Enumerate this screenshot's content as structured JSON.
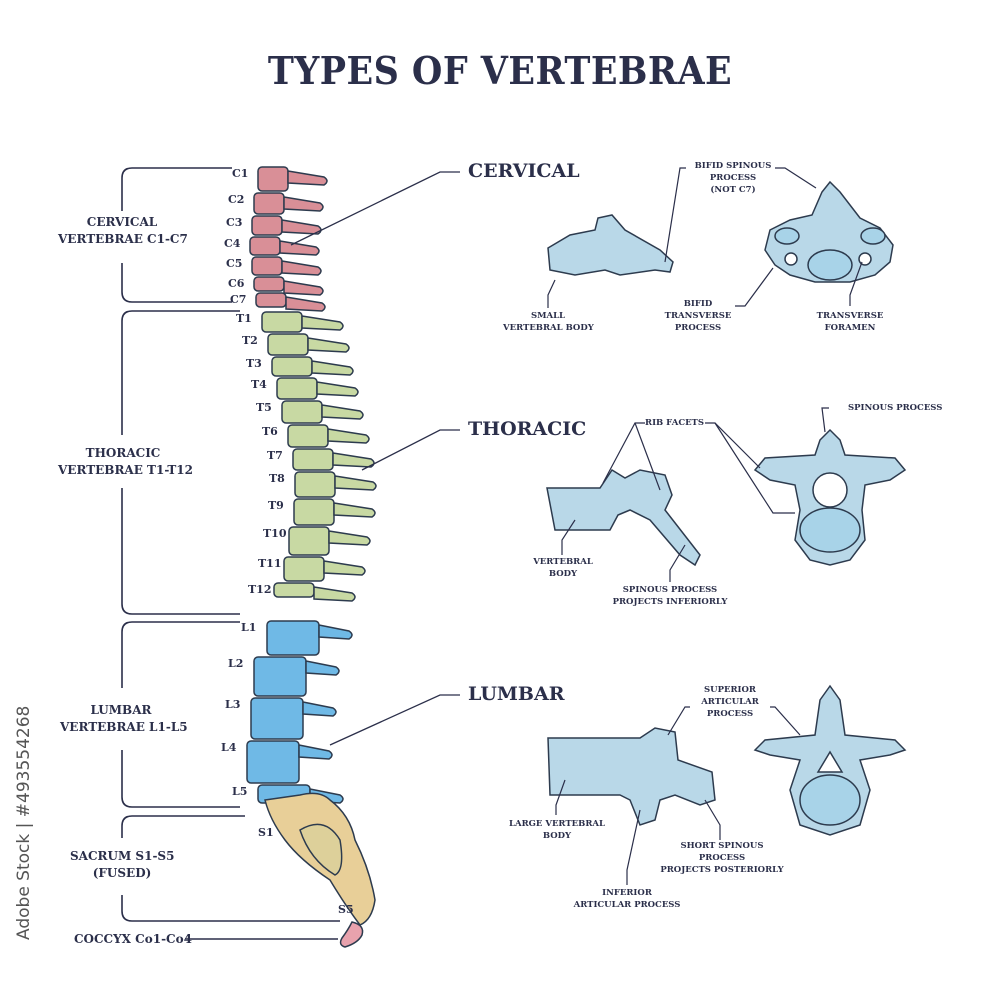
{
  "title": "TYPES OF VERTEBRAE",
  "colors": {
    "text": "#2b2f4a",
    "cervical": "#d98f97",
    "thoracic": "#c8d9a3",
    "lumbar": "#6fb9e6",
    "sacrum": "#e8cf98",
    "coccyx": "#e8a2ad",
    "bone": "#b9d8e8",
    "outline": "#2d3b4e"
  },
  "groups": [
    {
      "id": "cervical",
      "line1": "CERVICAL",
      "line2": "VERTEBRAE C1-C7"
    },
    {
      "id": "thoracic",
      "line1": "THORACIC",
      "line2": "VERTEBRAE T1-T12"
    },
    {
      "id": "lumbar",
      "line1": "LUMBAR",
      "line2": "VERTEBRAE L1-L5"
    },
    {
      "id": "sacrum",
      "line1": "SACRUM S1-S5",
      "line2": "(FUSED)"
    },
    {
      "id": "coccyx",
      "line1": "COCCYX Co1-Co4",
      "line2": ""
    }
  ],
  "vertebra_labels": {
    "cervical": [
      "C1",
      "C2",
      "C3",
      "C4",
      "C5",
      "C6",
      "C7"
    ],
    "thoracic": [
      "T1",
      "T2",
      "T3",
      "T4",
      "T5",
      "T6",
      "T7",
      "T8",
      "T9",
      "T10",
      "T11",
      "T12"
    ],
    "lumbar": [
      "L1",
      "L2",
      "L3",
      "L4",
      "L5"
    ],
    "sacrum": [
      "S1",
      "S5"
    ]
  },
  "sections": {
    "cervical": {
      "name": "CERVICAL",
      "annotations": {
        "bifid_spinous": [
          "BIFID SPINOUS",
          "PROCESS",
          "(NOT C7)"
        ],
        "small_body": [
          "SMALL",
          "VERTEBRAL BODY"
        ],
        "bifid_transverse": [
          "BIFID",
          "TRANSVERSE",
          "PROCESS"
        ],
        "transverse_foramen": [
          "TRANSVERSE",
          "FORAMEN"
        ]
      }
    },
    "thoracic": {
      "name": "THORACIC",
      "annotations": {
        "rib_facets": [
          "RIB FACETS"
        ],
        "spinous_process": [
          "SPINOUS PROCESS"
        ],
        "vertebral_body": [
          "VERTEBRAL",
          "BODY"
        ],
        "spinous_inferior": [
          "SPINOUS PROCESS",
          "PROJECTS INFERIORLY"
        ]
      }
    },
    "lumbar": {
      "name": "LUMBAR",
      "annotations": {
        "superior_articular": [
          "SUPERIOR",
          "ARTICULAR",
          "PROCESS"
        ],
        "large_body": [
          "LARGE VERTEBRAL",
          "BODY"
        ],
        "short_spinous": [
          "SHORT SPINOUS",
          "PROCESS",
          "PROJECTS POSTERIORLY"
        ],
        "inferior_articular": [
          "INFERIOR",
          "ARTICULAR PROCESS"
        ]
      }
    }
  },
  "watermark": "Adobe Stock | #493554268"
}
